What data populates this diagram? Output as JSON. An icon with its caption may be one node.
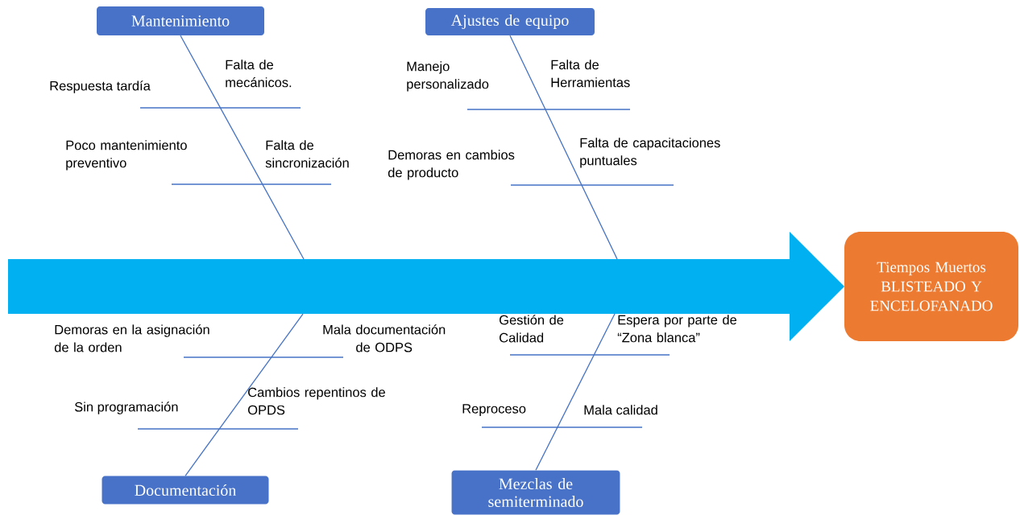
{
  "diagram": {
    "nodes": [
      {
        "text": [
          "Mantenimiento"
        ]
      },
      {
        "text": [
          "Ajustes de equipo"
        ]
      },
      {
        "text": [],
        "shape": "arrow"
      },
      {
        "text": [
          "Tiempos Muertos BLISTEADO Y ENCELOFANADO"
        ]
      },
      {
        "text": [
          "Documentación"
        ]
      },
      {
        "text": [
          "Mezclas de semiterminado"
        ]
      }
    ],
    "edges": [
      {
        "from": 0,
        "to": 2,
        "arrow": "none"
      },
      {
        "from": 1,
        "to": 2,
        "arrow": "none"
      },
      {
        "from": 4,
        "to": 2,
        "arrow": "none"
      },
      {
        "from": 5,
        "to": 2,
        "arrow": "none"
      }
    ],
    "labels": [
      "Falta de mecánicos.",
      "Respuesta tardía",
      "Poco mantenimiento preventivo",
      "Falta de sincronización",
      "Manejo personalizado",
      "Falta de Herramientas",
      "Demoras en cambios de producto",
      "Falta de capacitaciones puntuales",
      "Demoras en la asignación de la orden",
      "Mala documentación de ODPS",
      "Gestión de Calidad",
      "Espera por parte de “Zona blanca”",
      "Cambios repentinos de OPDS",
      "Sin programación",
      "Reproceso",
      "Mala calidad"
    ]
  }
}
